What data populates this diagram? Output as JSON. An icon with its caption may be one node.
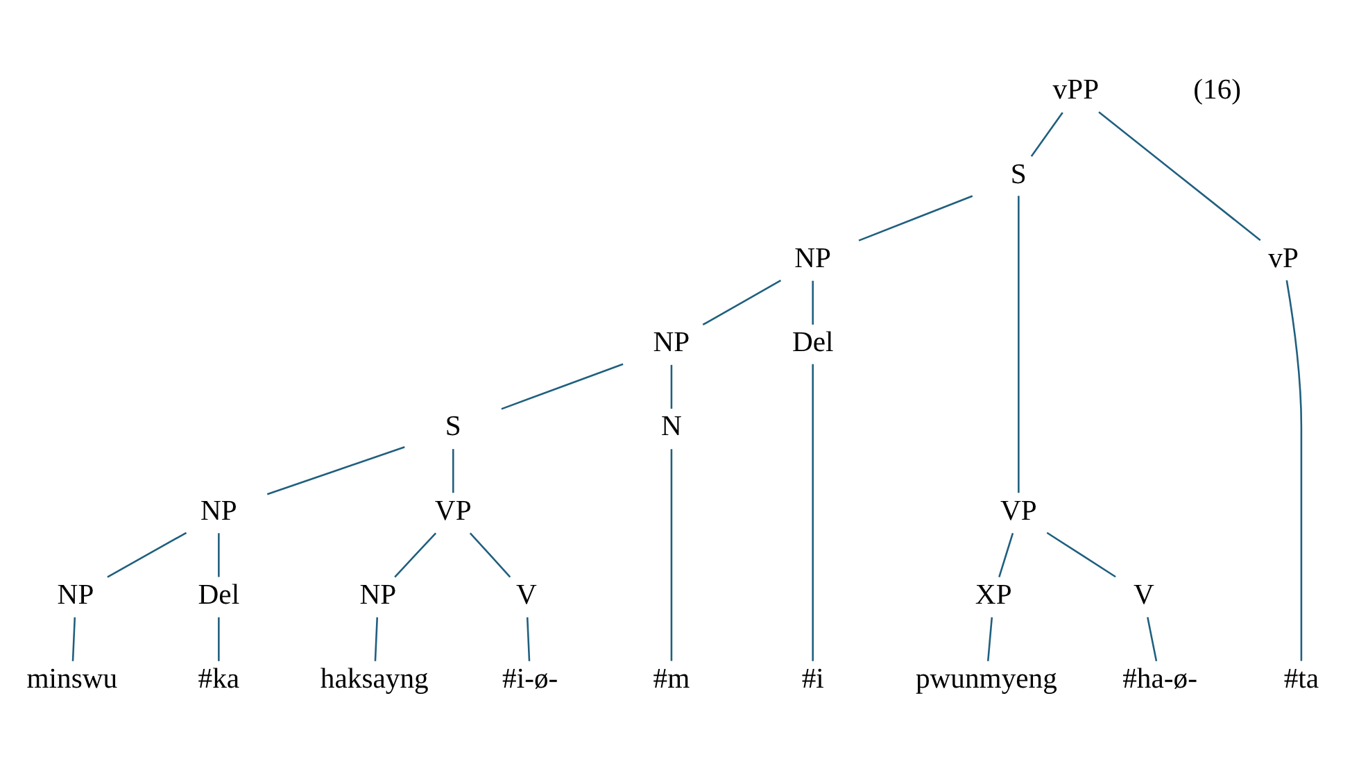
{
  "diagram": {
    "nodes": [
      {
        "text": [
          "vPP"
        ]
      },
      {
        "text": [
          "S"
        ]
      },
      {
        "text": [
          "vP"
        ]
      },
      {
        "text": [
          "NP"
        ]
      },
      {
        "text": [
          "VP"
        ]
      },
      {
        "text": [
          "NP"
        ]
      },
      {
        "text": [
          "Del"
        ]
      },
      {
        "text": [
          "XP"
        ]
      },
      {
        "text": [
          "V"
        ]
      },
      {
        "text": [
          "S"
        ]
      },
      {
        "text": [
          "N"
        ]
      },
      {
        "text": [
          "NP"
        ]
      },
      {
        "text": [
          "VP"
        ]
      },
      {
        "text": [
          "NP"
        ]
      },
      {
        "text": [
          "Del"
        ]
      },
      {
        "text": [
          "NP"
        ]
      },
      {
        "text": [
          "V"
        ]
      },
      {
        "text": [
          "minswu"
        ]
      },
      {
        "text": [
          "#ka"
        ]
      },
      {
        "text": [
          "haksayng"
        ]
      },
      {
        "text": [
          "#i-ø-"
        ]
      },
      {
        "text": [
          "#m"
        ]
      },
      {
        "text": [
          "#i"
        ]
      },
      {
        "text": [
          "pwunmyeng"
        ]
      },
      {
        "text": [
          "#ha-ø-"
        ]
      },
      {
        "text": [
          "#ta"
        ]
      }
    ],
    "edges": [
      {
        "from": 0,
        "to": 1,
        "arrow": "none"
      },
      {
        "from": 0,
        "to": 2,
        "arrow": "none"
      },
      {
        "from": 1,
        "to": 3,
        "arrow": "none"
      },
      {
        "from": 1,
        "to": 4,
        "arrow": "none"
      },
      {
        "from": 3,
        "to": 5,
        "arrow": "none"
      },
      {
        "from": 3,
        "to": 6,
        "arrow": "none"
      },
      {
        "from": 4,
        "to": 7,
        "arrow": "none"
      },
      {
        "from": 4,
        "to": 8,
        "arrow": "none"
      },
      {
        "from": 5,
        "to": 9,
        "arrow": "none"
      },
      {
        "from": 5,
        "to": 10,
        "arrow": "none"
      },
      {
        "from": 9,
        "to": 11,
        "arrow": "none"
      },
      {
        "from": 9,
        "to": 12,
        "arrow": "none"
      },
      {
        "from": 11,
        "to": 13,
        "arrow": "none"
      },
      {
        "from": 11,
        "to": 14,
        "arrow": "none"
      },
      {
        "from": 12,
        "to": 15,
        "arrow": "none"
      },
      {
        "from": 12,
        "to": 16,
        "arrow": "none"
      },
      {
        "from": 13,
        "to": 17,
        "arrow": "none"
      },
      {
        "from": 14,
        "to": 18,
        "arrow": "none"
      },
      {
        "from": 15,
        "to": 19,
        "arrow": "none"
      },
      {
        "from": 16,
        "to": 20,
        "arrow": "none"
      },
      {
        "from": 10,
        "to": 21,
        "arrow": "none"
      },
      {
        "from": 6,
        "to": 22,
        "arrow": "none"
      },
      {
        "from": 7,
        "to": 23,
        "arrow": "none"
      },
      {
        "from": 8,
        "to": 24,
        "arrow": "none"
      },
      {
        "from": 2,
        "to": 25,
        "arrow": "none"
      }
    ],
    "labels": [
      "(16)"
    ]
  }
}
